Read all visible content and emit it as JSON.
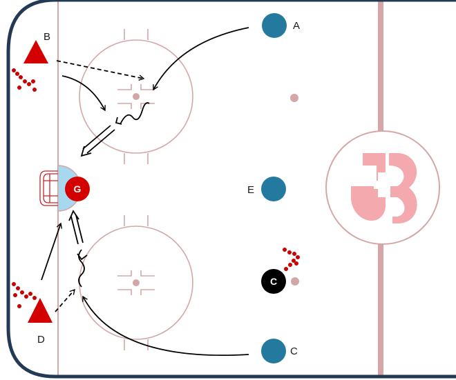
{
  "diagram": {
    "type": "hockey-drill",
    "view": "half-rink",
    "colors": {
      "boards": "#233a55",
      "markings": "#d4a7a7",
      "center_line": "#d6a5a8",
      "logo": "#f3a9ad",
      "crease": "#a8d8f0",
      "attacker": "#d40000",
      "skater": "#237a9e",
      "coach": "#000000",
      "puck": "#cc0000",
      "path": "#000000"
    },
    "skaters": [
      {
        "id": "A",
        "label": "A"
      },
      {
        "id": "E",
        "label": "E"
      },
      {
        "id": "C",
        "label": "C"
      }
    ],
    "attackers": [
      {
        "id": "B",
        "label": "B"
      },
      {
        "id": "D",
        "label": "D"
      }
    ],
    "goalie": {
      "label": "G"
    },
    "coach": {
      "label": "C"
    }
  }
}
